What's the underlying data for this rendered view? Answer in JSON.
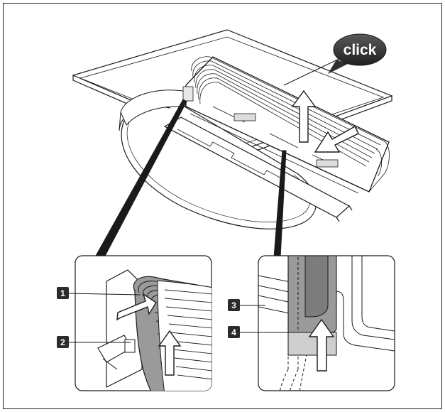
{
  "callout": {
    "text": "click"
  },
  "labels": [
    {
      "number": "1"
    },
    {
      "number": "2"
    },
    {
      "number": "3"
    },
    {
      "number": "4"
    }
  ],
  "colors": {
    "line": "#1a1a1a",
    "badge_fill": "#2b2b2b",
    "callout_fill": "#2f2f2f",
    "detail_shade": "#8f8f8f",
    "arrow_fill": "#ffffff"
  }
}
